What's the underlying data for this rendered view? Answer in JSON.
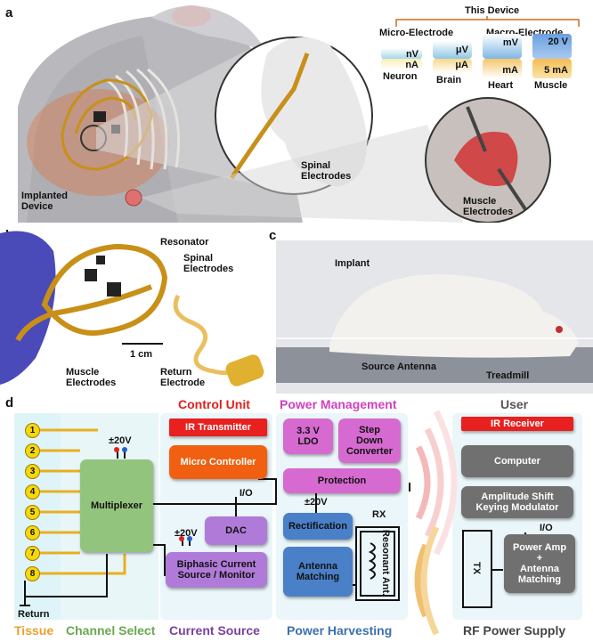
{
  "panel_a": {
    "tag": "a",
    "this_device": "This Device",
    "micro_electrode": "Micro-Electrode",
    "macro_electrode": "Macro-Electrode",
    "signals": [
      {
        "top": "nV",
        "bottom": "nA",
        "name": "Neuron"
      },
      {
        "top": "μV",
        "bottom": "μA",
        "name": "Brain"
      },
      {
        "top": "mV",
        "bottom": "mA",
        "name": "Heart"
      },
      {
        "top": "20 V",
        "bottom": "5 mA",
        "name": "Muscle"
      }
    ],
    "implanted_device": "Implanted\nDevice",
    "spinal_electrodes": "Spinal\nElectrodes",
    "muscle_electrodes": "Muscle\nElectrodes"
  },
  "panel_b": {
    "tag": "b",
    "resonator": "Resonator",
    "spinal_electrodes": "Spinal\nElectrodes",
    "scale": "1 cm",
    "muscle_electrodes": "Muscle\nElectrodes",
    "return_electrode": "Return\nElectrode"
  },
  "panel_c": {
    "tag": "c",
    "implant": "Implant",
    "source_antenna": "Source Antenna",
    "treadmill": "Treadmill"
  },
  "panel_d": {
    "tag": "d",
    "control_unit": "Control Unit",
    "power_management": "Power Management",
    "user": "User",
    "ir_transmitter": "IR Transmitter",
    "micro_controller": "Micro Controller",
    "ldo": "3.3 V\nLDO",
    "step_down": "Step\nDown\nConverter",
    "protection": "Protection",
    "multiplexer": "Multiplexer",
    "pm20v_mux": "±20V",
    "pm20v_dac": "±20V",
    "pm20v_bus": "±20V",
    "io_mcu": "I/O",
    "dac": "DAC",
    "biphasic": "Biphasic Current\nSource / Monitor",
    "rectification": "Rectification",
    "rx": "RX",
    "antenna_matching": "Antenna\nMatching",
    "resonant_ant": "Resonant Ant.",
    "ir_receiver": "IR Receiver",
    "computer": "Computer",
    "ask_modulator": "Amplitude Shift\nKeying Modulator",
    "io_user": "I/O",
    "tx": "TX",
    "power_amp": "Power Amp\n+\nAntenna\nMatching",
    "return": "Return",
    "channels": [
      "1",
      "2",
      "3",
      "4",
      "5",
      "6",
      "7",
      "8"
    ],
    "footer": {
      "tissue": "Tissue",
      "channel_select": "Channel Select",
      "current_source": "Current Source",
      "power_harvesting": "Power Harvesting",
      "rf_power_supply": "RF Power Supply"
    },
    "colors": {
      "tissue": "#e8a030",
      "channel_select": "#6aa84f",
      "current_source": "#7b3fa0",
      "power_harvesting": "#3d6fb0",
      "control_red": "#e02020",
      "power_mgmt": "#d040c0"
    }
  }
}
